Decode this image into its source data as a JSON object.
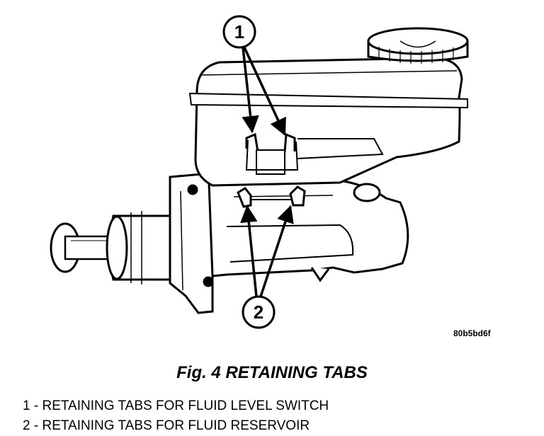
{
  "figure": {
    "reference_code": "80b5bd6f",
    "caption": "Fig. 4 RETAINING TABS"
  },
  "callouts": [
    {
      "number": "1"
    },
    {
      "number": "2"
    }
  ],
  "legend": [
    {
      "number": "1",
      "text": "RETAINING TABS FOR FLUID LEVEL SWITCH"
    },
    {
      "number": "2",
      "text": "RETAINING TABS FOR FLUID RESERVOIR"
    }
  ]
}
